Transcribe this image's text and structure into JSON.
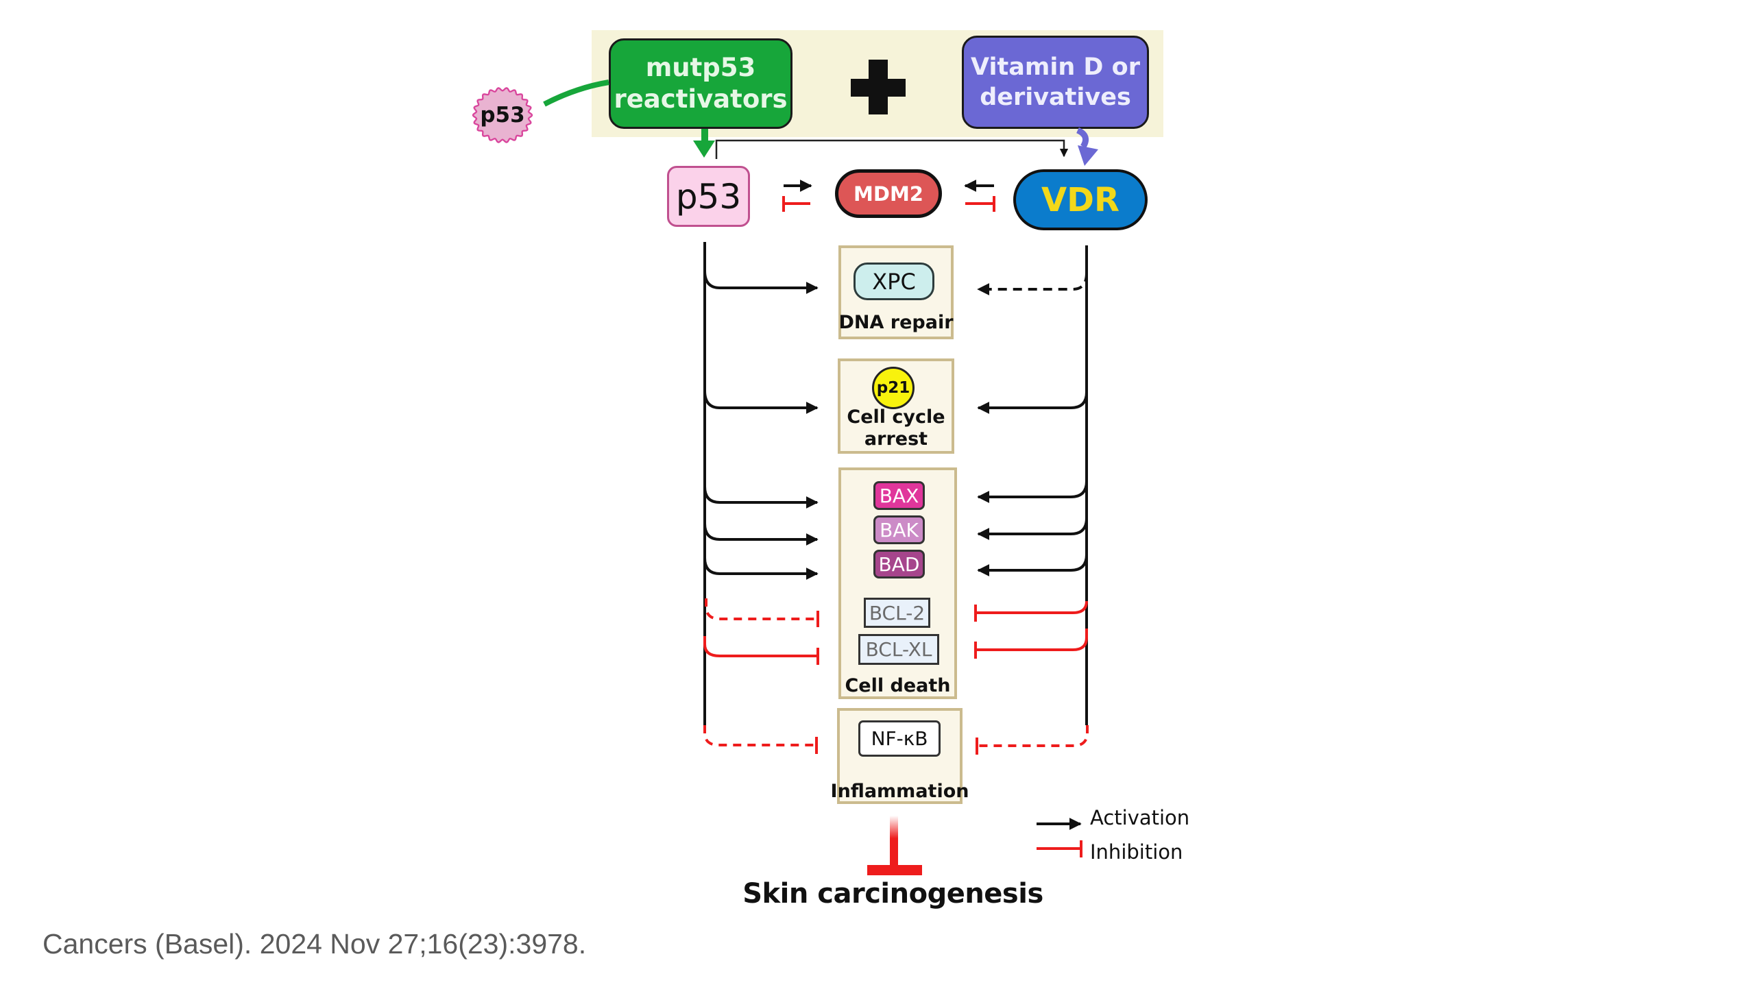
{
  "diagram": {
    "top": {
      "mutp53_reactivators": [
        "mutp53",
        "reactivators"
      ],
      "plus_symbol": "plus",
      "vitamin_d": [
        "Vitamin D or",
        "derivatives"
      ],
      "p53_mutant_badge": "p53"
    },
    "nodes": {
      "p53": "p53",
      "mdm2": "MDM2",
      "vdr": "VDR"
    },
    "processes": {
      "dna_repair": {
        "marker": "XPC",
        "label": "DNA repair"
      },
      "cell_cycle_arrest": {
        "marker": "p21",
        "label_lines": [
          "Cell cycle",
          "arrest"
        ]
      },
      "cell_death": {
        "pro_apoptotic": [
          "BAX",
          "BAK",
          "BAD"
        ],
        "anti_apoptotic": [
          "BCL-2",
          "BCL-XL"
        ],
        "label": "Cell death"
      },
      "inflammation": {
        "marker": "NF-κB",
        "label": "Inflammation"
      }
    },
    "outcome": "Skin carcinogenesis",
    "legend": {
      "activation": "Activation",
      "inhibition": "Inhibition"
    },
    "edges": [
      {
        "from": "mutp53 reactivators",
        "to": "p53",
        "type": "activation"
      },
      {
        "from": "Vitamin D or derivatives",
        "to": "VDR",
        "type": "activation"
      },
      {
        "from": "p53",
        "to": "VDR",
        "type": "activation"
      },
      {
        "from": "p53",
        "to": "MDM2",
        "type": "activation"
      },
      {
        "from": "MDM2",
        "to": "p53",
        "type": "inhibition"
      },
      {
        "from": "VDR",
        "to": "MDM2",
        "type": "activation"
      },
      {
        "from": "MDM2",
        "to": "VDR",
        "type": "inhibition"
      },
      {
        "from": "p53",
        "to": "XPC",
        "type": "activation"
      },
      {
        "from": "VDR",
        "to": "XPC",
        "type": "activation",
        "style": "dashed"
      },
      {
        "from": "p53",
        "to": "p21",
        "type": "activation"
      },
      {
        "from": "VDR",
        "to": "p21",
        "type": "activation"
      },
      {
        "from": "p53",
        "to": "BAX",
        "type": "activation"
      },
      {
        "from": "p53",
        "to": "BAK",
        "type": "activation"
      },
      {
        "from": "p53",
        "to": "BAD",
        "type": "activation"
      },
      {
        "from": "VDR",
        "to": "BAX",
        "type": "activation"
      },
      {
        "from": "VDR",
        "to": "BAK",
        "type": "activation"
      },
      {
        "from": "VDR",
        "to": "BAD",
        "type": "activation"
      },
      {
        "from": "p53",
        "to": "BCL-2",
        "type": "inhibition",
        "style": "dashed"
      },
      {
        "from": "p53",
        "to": "BCL-XL",
        "type": "inhibition"
      },
      {
        "from": "VDR",
        "to": "BCL-2",
        "type": "inhibition"
      },
      {
        "from": "VDR",
        "to": "BCL-XL",
        "type": "inhibition"
      },
      {
        "from": "p53",
        "to": "NF-κB",
        "type": "inhibition",
        "style": "dashed"
      },
      {
        "from": "VDR",
        "to": "NF-κB",
        "type": "inhibition",
        "style": "dashed"
      },
      {
        "from": "Inflammation",
        "to": "Skin carcinogenesis",
        "type": "inhibition"
      }
    ],
    "colors": {
      "activation": "#111111",
      "inhibition": "#ee1c1c",
      "mutp53_green": "#17a63a",
      "vitamin_d_purple": "#6b68d4",
      "vdr_blue": "#0b7ccc",
      "vdr_text_yellow": "#f2d81a",
      "mdm2_red": "#dd5656",
      "panel_beige": "#f6f3d9"
    }
  },
  "citation": "Cancers (Basel). 2024 Nov 27;16(23):3978."
}
